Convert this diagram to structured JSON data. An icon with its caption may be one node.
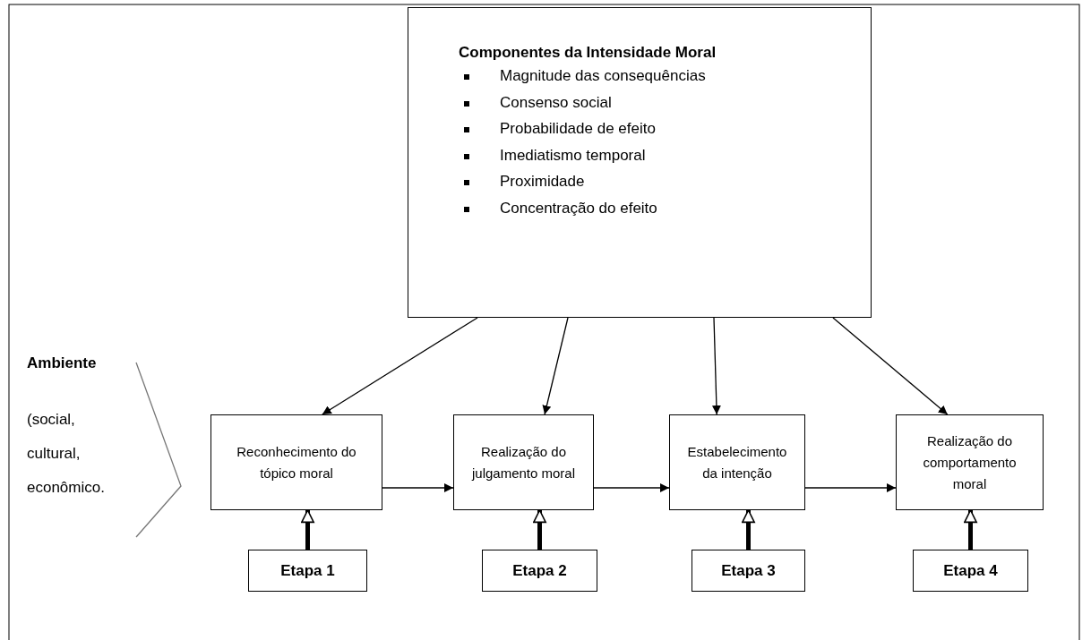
{
  "diagram": {
    "nodes": [
      {
        "text": [
          "Componentes da Intensidade Moral",
          "Magnitude das consequências",
          "Consenso social",
          "Probabilidade de efeito",
          "Imediatismo temporal",
          "Proximidade",
          "Concentração do efeito"
        ]
      },
      {
        "text": [
          "Reconhecimento do tópico moral"
        ]
      },
      {
        "text": [
          "Realização do julgamento moral"
        ]
      },
      {
        "text": [
          "Estabelecimento da intenção"
        ]
      },
      {
        "text": [
          "Realização do comportamento moral"
        ]
      },
      {
        "text": [
          "Etapa 1"
        ]
      },
      {
        "text": [
          "Etapa 2"
        ]
      },
      {
        "text": [
          "Etapa 3"
        ]
      },
      {
        "text": [
          "Etapa 4"
        ]
      }
    ],
    "edges": [
      {
        "from": 0,
        "to": 1,
        "arrow": "to"
      },
      {
        "from": 0,
        "to": 2,
        "arrow": "to"
      },
      {
        "from": 0,
        "to": 3,
        "arrow": "to"
      },
      {
        "from": 0,
        "to": 4,
        "arrow": "to"
      },
      {
        "from": 1,
        "to": 2,
        "arrow": "to"
      },
      {
        "from": 2,
        "to": 3,
        "arrow": "to"
      },
      {
        "from": 3,
        "to": 4,
        "arrow": "to"
      },
      {
        "from": 5,
        "to": 1,
        "arrow": "to",
        "style": "thick"
      },
      {
        "from": 6,
        "to": 2,
        "arrow": "to",
        "style": "thick"
      },
      {
        "from": 7,
        "to": 3,
        "arrow": "to",
        "style": "thick"
      },
      {
        "from": 8,
        "to": 4,
        "arrow": "to",
        "style": "thick"
      }
    ],
    "labels": [
      "Ambiente",
      "(social, cultural, econômico."
    ]
  }
}
